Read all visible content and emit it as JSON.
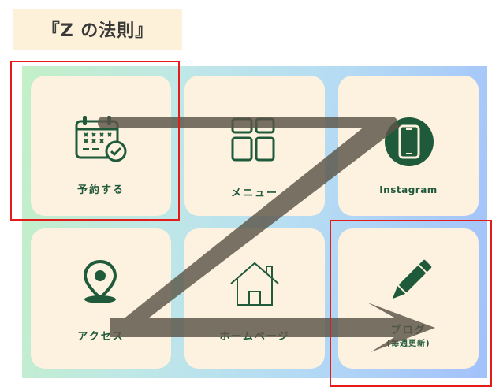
{
  "title": "『Z の法則』",
  "tiles": [
    {
      "label": "予約する",
      "icon": "calendar-check-icon"
    },
    {
      "label": "メニュー",
      "icon": "grid-icon"
    },
    {
      "label": "Instagram",
      "icon": "smartphone-icon"
    },
    {
      "label": "アクセス",
      "icon": "map-pin-icon"
    },
    {
      "label": "ホームページ",
      "icon": "home-icon"
    },
    {
      "label": "ブログ",
      "sublabel": "(毎週更新)",
      "icon": "pencil-icon"
    }
  ],
  "colors": {
    "tile": "#fdf1e0",
    "icon_green": "#1f5a3b",
    "z_arrow": "#5b5548",
    "highlight": "#e31b1b",
    "title_bg": "#fdf1d9"
  }
}
